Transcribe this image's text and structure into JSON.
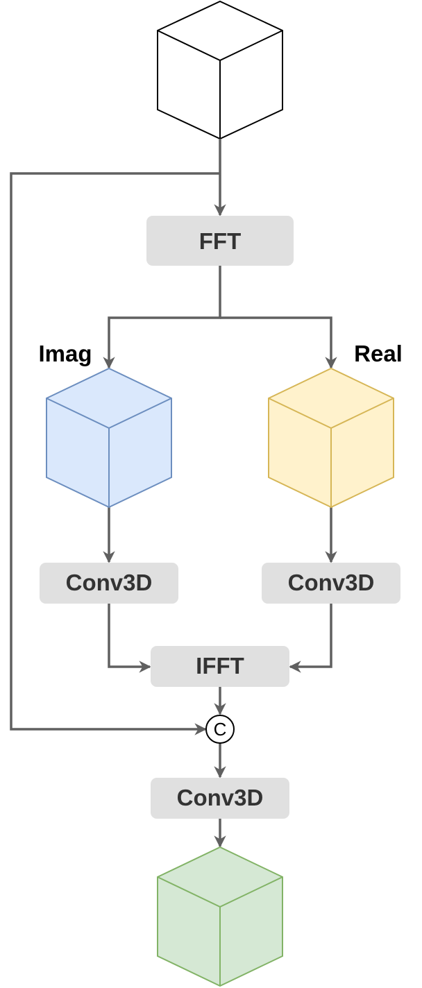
{
  "nodes": {
    "fft": {
      "label": "FFT"
    },
    "conv_imag": {
      "label": "Conv3D"
    },
    "conv_real": {
      "label": "Conv3D"
    },
    "ifft": {
      "label": "IFFT"
    },
    "conv_out": {
      "label": "Conv3D"
    },
    "concat": {
      "label": "C"
    }
  },
  "branches": {
    "imag": {
      "label": "Imag"
    },
    "real": {
      "label": "Real"
    }
  },
  "colors": {
    "box_fill": "#e0e0e0",
    "box_text": "#333333",
    "arrow": "#606060",
    "input_cube_fill": "#ffffff",
    "input_cube_stroke": "#000000",
    "imag_cube_fill": "#dae8fc",
    "imag_cube_stroke": "#6c8ebf",
    "real_cube_fill": "#fff2cc",
    "real_cube_stroke": "#d6b656",
    "output_cube_fill": "#d5e8d4",
    "output_cube_stroke": "#82b366"
  }
}
